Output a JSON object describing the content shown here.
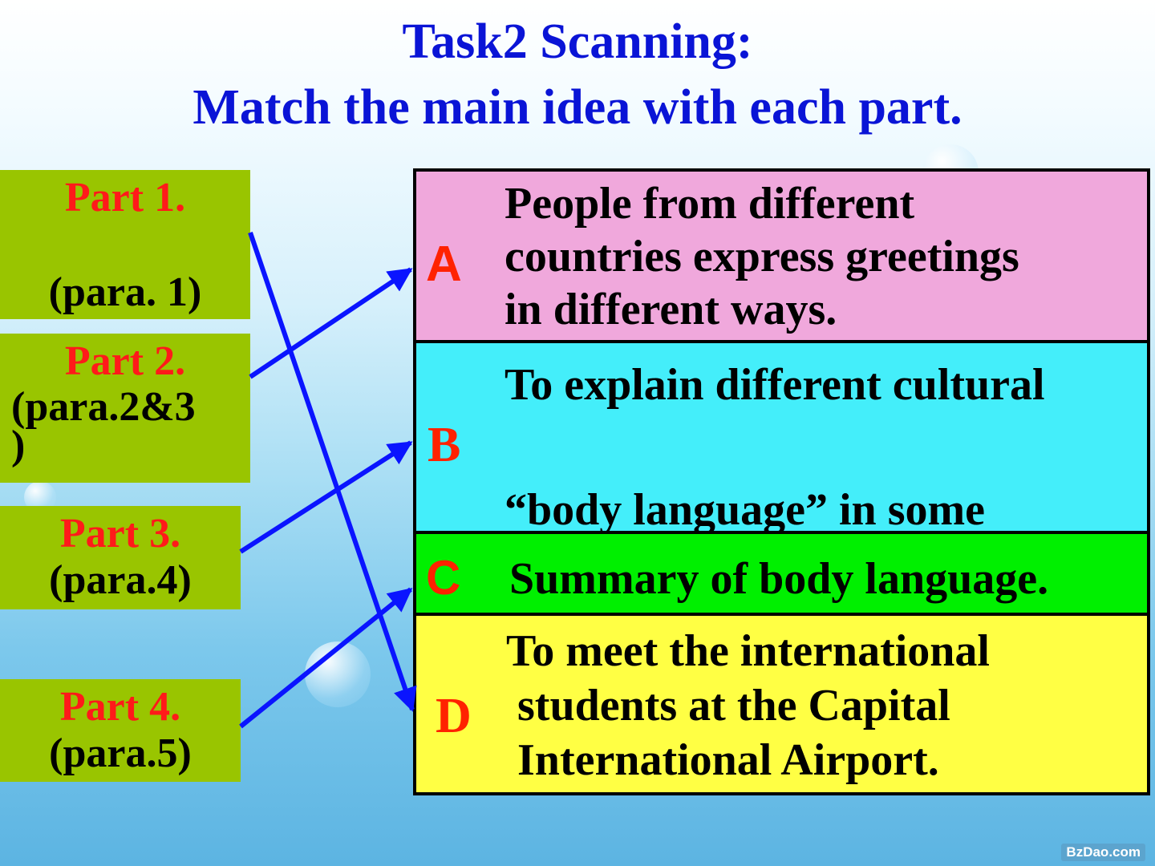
{
  "title": {
    "line1": "Task2 Scanning:",
    "line2": "Match the main idea with each part."
  },
  "parts": [
    {
      "label": "Part 1.",
      "para": "(para. 1)"
    },
    {
      "label": "Part 2.",
      "para_line1": "(para.2&3",
      "para_line2": ")"
    },
    {
      "label": "Part 3.",
      "para": "(para.4)"
    },
    {
      "label": "Part 4.",
      "para": "(para.5)"
    }
  ],
  "ideas": [
    {
      "letter": "A",
      "lines": [
        "People from different",
        "countries express greetings",
        "in different ways."
      ],
      "color": "#f0a8dc"
    },
    {
      "letter": "B",
      "lines": [
        "To explain different cultural",
        "“body language” in some"
      ],
      "color": "#44eefa"
    },
    {
      "letter": "C",
      "text": "Summary of body language.",
      "color": "#00f000"
    },
    {
      "letter": "D",
      "lines": [
        "To meet the international",
        "students at the Capital",
        "International Airport."
      ],
      "color": "#ffff44"
    }
  ],
  "colors": {
    "title": "#0a14d6",
    "part_box": "#99c500",
    "part_label": "#ff1a1a",
    "letter": "#ff2200",
    "arrow": "#0a14ff"
  },
  "matches": [
    {
      "part": "Part 1.",
      "idea": "D"
    },
    {
      "part": "Part 2.",
      "idea": "A"
    },
    {
      "part": "Part 3.",
      "idea": "B"
    },
    {
      "part": "Part 4.",
      "idea": "C"
    }
  ],
  "watermark": "BzDao.com"
}
